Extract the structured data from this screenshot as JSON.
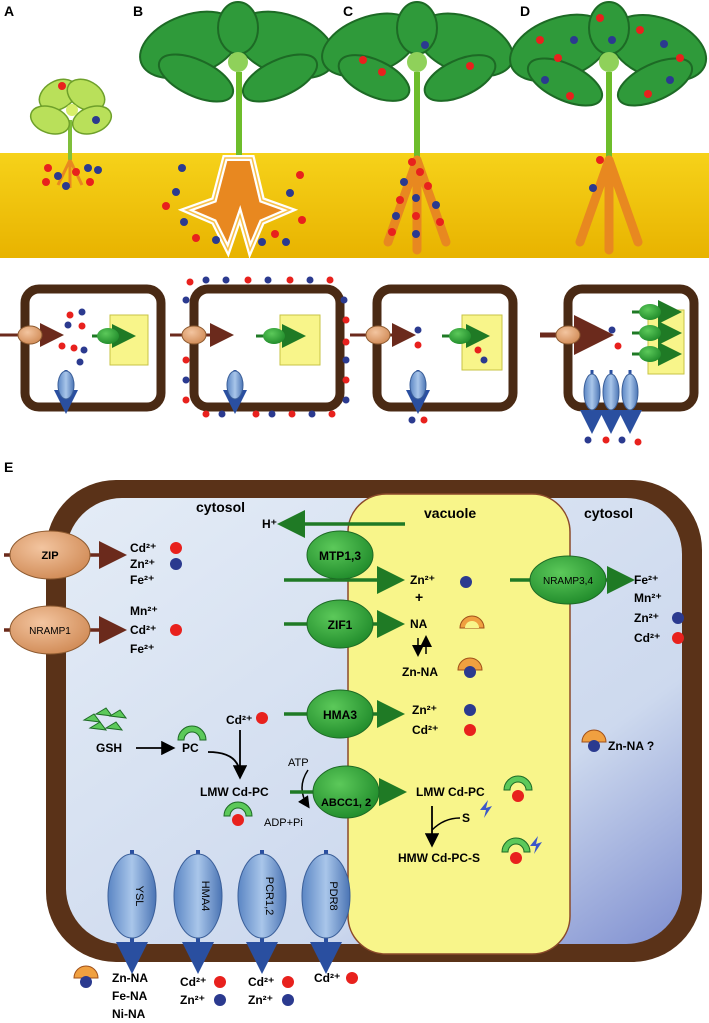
{
  "panels": {
    "a": "A",
    "b": "B",
    "c": "C",
    "d": "D",
    "e": "E"
  },
  "colors": {
    "cd": "#e8211d",
    "zn": "#2b3a8f",
    "soil": "#f2c200",
    "leaf": "#2f9a3a",
    "root": "#e88820",
    "wall": "#4a2a14",
    "cytosol": "#dbe6f2",
    "vacuole": "#f8f58a",
    "protein_green": "#36a83a",
    "protein_orange": "#e2a275",
    "protein_blue": "#7ea6d6"
  },
  "cell_e": {
    "cytosol_left": "cytosol",
    "cytosol_right": "cytosol",
    "vacuole": "vacuole",
    "h_plus": "H⁺",
    "plus": "+",
    "zip": {
      "label": "ZIP",
      "ions": [
        "Cd²⁺",
        "Zn²⁺",
        "Fe²⁺"
      ]
    },
    "nramp1": {
      "label": "NRAMP1",
      "ions": [
        "Mn²⁺",
        "Cd²⁺",
        "Fe²⁺"
      ]
    },
    "mtp": "MTP1,3",
    "zif1": "ZIF1",
    "hma3": "HMA3",
    "abcc": "ABCC1, 2",
    "nramp34": {
      "label": "NRAMP3,4",
      "ions": [
        "Fe²⁺",
        "Mn²⁺",
        "Zn²⁺",
        "Cd²⁺"
      ]
    },
    "vac_zn": "Zn²⁺",
    "vac_na": "NA",
    "vac_znna": "Zn-NA",
    "vac_hma_zn": "Zn²⁺",
    "vac_hma_cd": "Cd²⁺",
    "vac_lmw": "LMW Cd-PC",
    "vac_s": "S",
    "vac_hmw": "HMW Cd-PC-S",
    "gsh": "GSH",
    "pc": "PC",
    "cd_cyt": "Cd²⁺",
    "lmw_cyt": "LMW Cd-PC",
    "atp": "ATP",
    "adp": "ADP+Pi",
    "znna_q": "Zn-NA ?",
    "ysl": {
      "label": "YSL",
      "ions": [
        "Zn-NA",
        "Fe-NA",
        "Ni-NA"
      ]
    },
    "hma4": {
      "label": "HMA4",
      "ions": [
        "Cd²⁺",
        "Zn²⁺"
      ]
    },
    "pcr": {
      "label": "PCR1,2",
      "ions": [
        "Cd²⁺",
        "Zn²⁺"
      ]
    },
    "pdr8": {
      "label": "PDR8",
      "ions": [
        "Cd²⁺"
      ]
    }
  }
}
